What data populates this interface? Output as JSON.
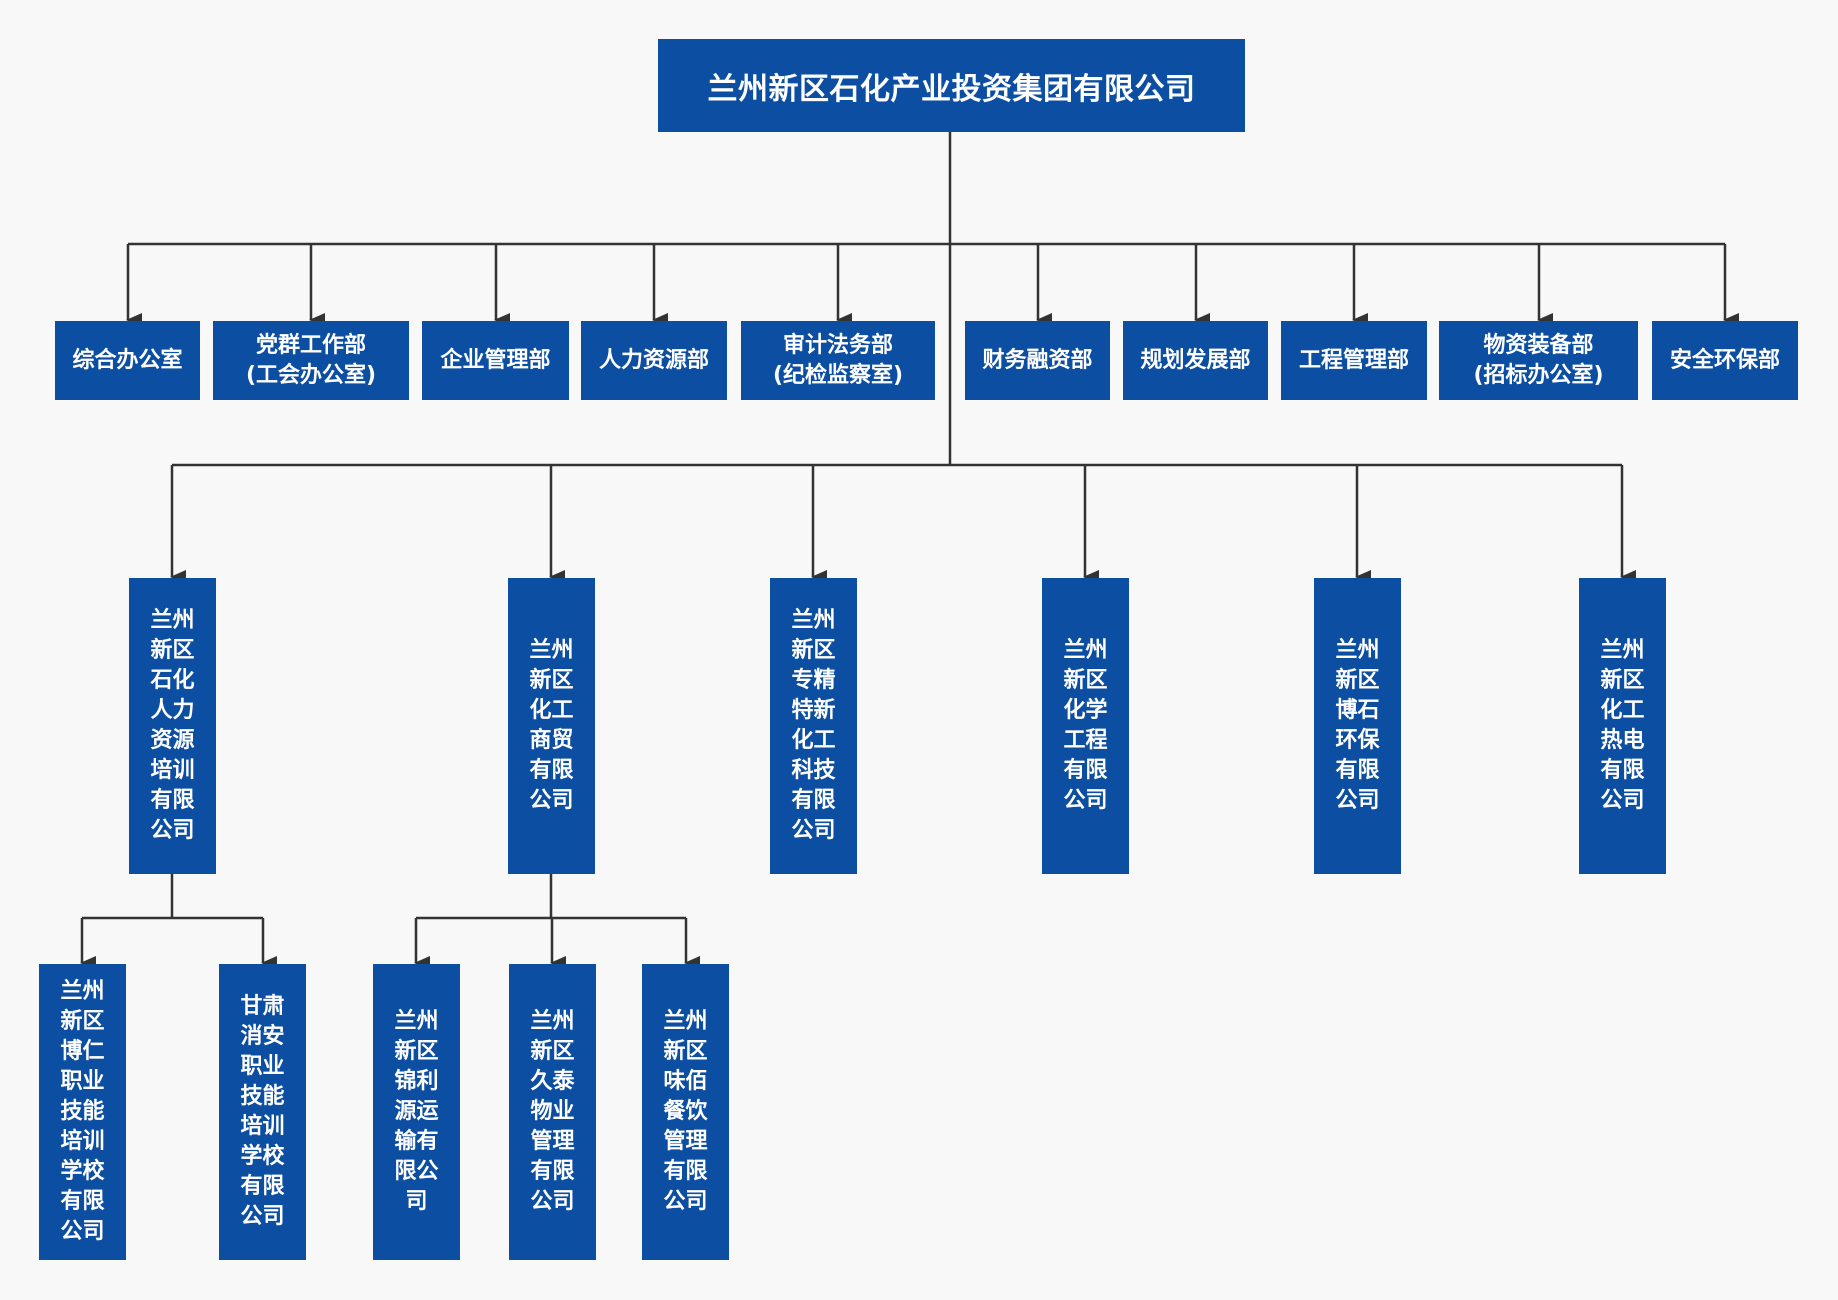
{
  "title": "兰州新区石化产业投资集团有限公司",
  "departments": [
    {
      "name": "综合办公室"
    },
    {
      "name": "党群工作部",
      "note": "(工会办公室)"
    },
    {
      "name": "企业管理部"
    },
    {
      "name": "人力资源部"
    },
    {
      "name": "审计法务部",
      "note": "(纪检监察室)"
    },
    {
      "name": "财务融资部"
    },
    {
      "name": "规划发展部"
    },
    {
      "name": "工程管理部"
    },
    {
      "name": "物资装备部",
      "note": "(招标办公室)"
    },
    {
      "name": "安全环保部"
    }
  ],
  "subsidiaries": [
    {
      "name": "兰州新区石化人力资源培训有限公司",
      "children": [
        {
          "name": "兰州新区博仁职业技能培训学校有限公司"
        },
        {
          "name": "甘肃消安职业技能培训学校有限公司"
        }
      ]
    },
    {
      "name": "兰州新区化工商贸有限公司",
      "children": [
        {
          "name": "兰州新区锦利源运输有限公司"
        },
        {
          "name": "兰州新区久泰物业管理有限公司"
        },
        {
          "name": "兰州新区味佰餐饮管理有限公司"
        }
      ]
    },
    {
      "name": "兰州新区专精特新化工科技有限公司"
    },
    {
      "name": "兰州新区化学工程有限公司"
    },
    {
      "name": "兰州新区博石环保有限公司"
    },
    {
      "name": "兰州新区化工热电有限公司"
    }
  ],
  "colors": {
    "box": "#0c4ea2",
    "line": "#333333",
    "background": "#f8f8f8",
    "text": "#ffffff"
  }
}
